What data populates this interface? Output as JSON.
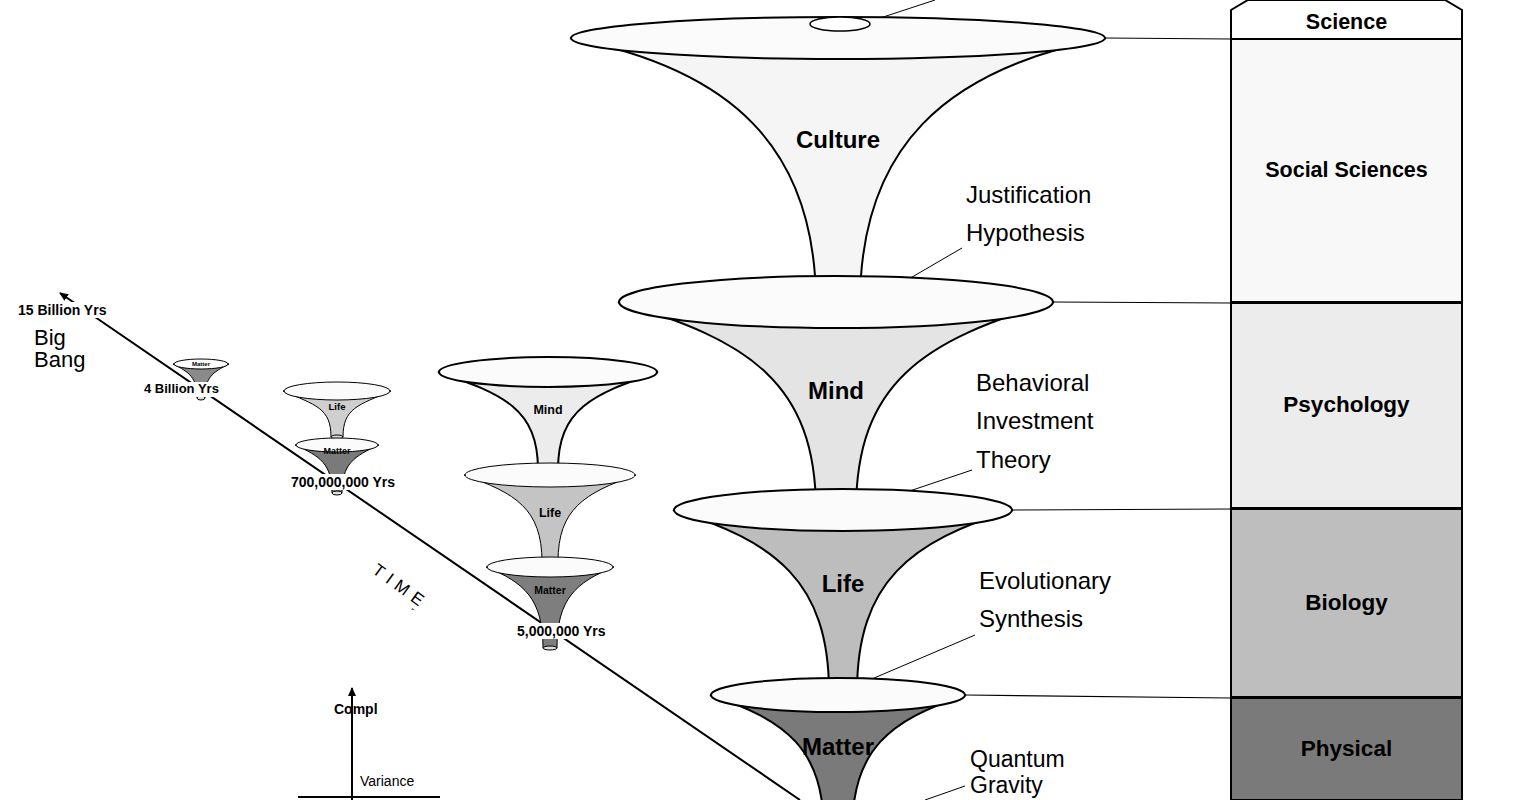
{
  "diagram": {
    "nodes": [
      {
        "text": [
          "Culture"
        ]
      },
      {
        "text": [
          "Mind"
        ]
      },
      {
        "text": [
          "Life"
        ]
      },
      {
        "text": [
          "Matter"
        ]
      },
      {
        "text": [
          "Matter"
        ]
      },
      {
        "text": [
          "Life"
        ]
      },
      {
        "text": [
          "Matter"
        ]
      },
      {
        "text": [
          "Mind"
        ]
      },
      {
        "text": [
          "Life"
        ]
      },
      {
        "text": [
          "Matter"
        ]
      },
      {
        "text": [
          "Science"
        ]
      },
      {
        "text": [
          "Social Sciences"
        ]
      },
      {
        "text": [
          "Psychology"
        ]
      },
      {
        "text": [
          "Biology"
        ]
      },
      {
        "text": [
          "Physical"
        ]
      }
    ],
    "edges": [
      {
        "from": 0,
        "to": 11,
        "arrow": "none"
      },
      {
        "from": 1,
        "to": 12,
        "arrow": "none"
      },
      {
        "from": 2,
        "to": 13,
        "arrow": "none"
      },
      {
        "from": 3,
        "to": 14,
        "arrow": "none"
      }
    ],
    "labels": [
      "Justification Hypothesis",
      "Behavioral Investment Theory",
      "Evolutionary Synthesis",
      "Quantum Gravity",
      "15 Billion Yrs",
      "Big Bang",
      "4 Billion Yrs",
      "700,000,000 Yrs",
      "5,000,000 Yrs",
      "TIME",
      "Compl",
      "Variance"
    ]
  }
}
